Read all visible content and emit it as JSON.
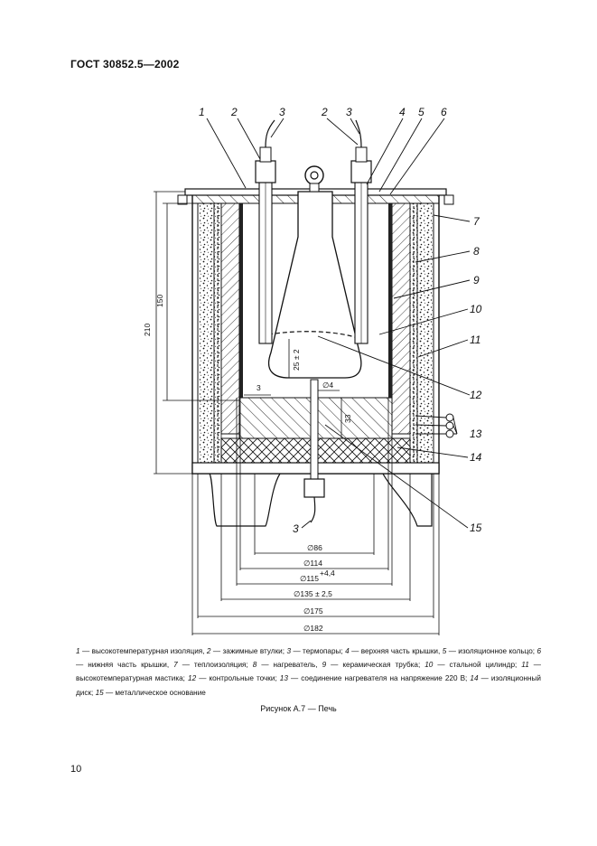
{
  "header": {
    "standard_title": "ГОСТ 30852.5—2002"
  },
  "figure": {
    "callouts": [
      "1",
      "2",
      "3",
      "2",
      "3",
      "4",
      "5",
      "6",
      "7",
      "8",
      "9",
      "10",
      "11",
      "12",
      "13",
      "14",
      "15",
      "3"
    ],
    "dimensions": {
      "h210": "210",
      "h150": "150",
      "h25": "25 ± 2",
      "d4": "∅4",
      "t3": "3",
      "h33": "33",
      "d86": "∅86",
      "d114": "∅114",
      "d115": "∅115",
      "d115_sup": "+4,4",
      "d135": "∅135 ± 2,5",
      "d175": "∅175",
      "d182": "∅182"
    }
  },
  "legend": {
    "items": [
      {
        "num": "1",
        "text": " — высокотемпературная изоляция, "
      },
      {
        "num": "2",
        "text": " — зажимные втулки; "
      },
      {
        "num": "3",
        "text": " — термопары; "
      },
      {
        "num": "4",
        "text": " — верхняя часть крышки, "
      },
      {
        "num": "5",
        "text": " — изоляционное кольцо; "
      },
      {
        "num": "6",
        "text": " — нижняя часть крышки, "
      },
      {
        "num": "7",
        "text": " — теплоизоляция; "
      },
      {
        "num": "8",
        "text": " — нагреватель, "
      },
      {
        "num": "9",
        "text": " — керамическая трубка; "
      },
      {
        "num": "10",
        "text": " — стальной цилиндр; "
      },
      {
        "num": "11",
        "text": " — высокотемпературная мастика; "
      },
      {
        "num": "12",
        "text": " — контрольные точки; "
      },
      {
        "num": "13",
        "text": " — соединение нагревателя на напряжение 220 В; "
      },
      {
        "num": "14",
        "text": " — изоляционный диск; "
      },
      {
        "num": "15",
        "text": " — металлическое основание"
      }
    ]
  },
  "caption": "Рисунок А.7 — Печь",
  "page_number": "10"
}
